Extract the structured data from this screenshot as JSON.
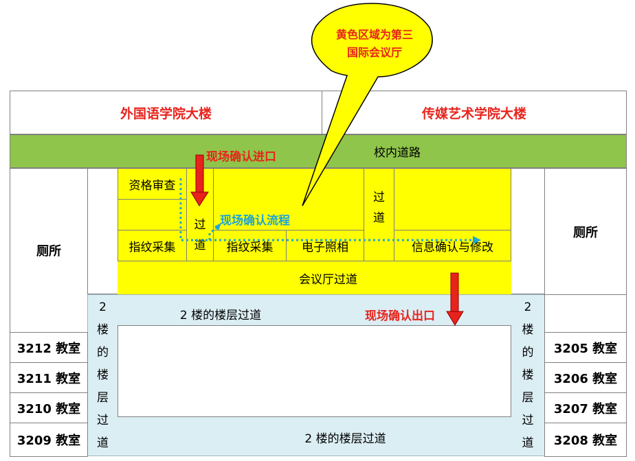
{
  "callout": {
    "line1": "黄色区域为第三",
    "line2": "国际会议厅"
  },
  "buildings": {
    "left": "外国语学院大楼",
    "right": "传媒艺术学院大楼"
  },
  "road": "校内道路",
  "entrance": "现场确认进口",
  "exit": "现场确认出口",
  "flow": "现场确认流程",
  "toilet_left": "厕所",
  "toilet_right": "厕所",
  "hall": {
    "qualification": "资格审查",
    "fingerprint_left": "指纹采集",
    "passage_left": [
      "过",
      "道"
    ],
    "fingerprint_mid": "指纹采集",
    "photo": "电子照相",
    "passage_right": [
      "过",
      "道"
    ],
    "info": "信息确认与修改",
    "hall_passage": "会议厅过道"
  },
  "floor_corridor_top": "2 楼的楼层过道",
  "floor_corridor_bottom": "2 楼的楼层过道",
  "vertical_corridor": [
    "2",
    "楼",
    "的",
    "楼",
    "层",
    "过",
    "道"
  ],
  "rooms_left": [
    "3212 教室",
    "3211 教室",
    "3210 教室",
    "3209 教室"
  ],
  "rooms_right": [
    "3205 教室",
    "3206 教室",
    "3207 教室",
    "3208 教室"
  ],
  "colors": {
    "hall": "#ffff00",
    "corridor": "#dbeef4",
    "road": "#8fc54a",
    "label_red": "#e8231c",
    "flow_blue": "#1fa5d8"
  }
}
